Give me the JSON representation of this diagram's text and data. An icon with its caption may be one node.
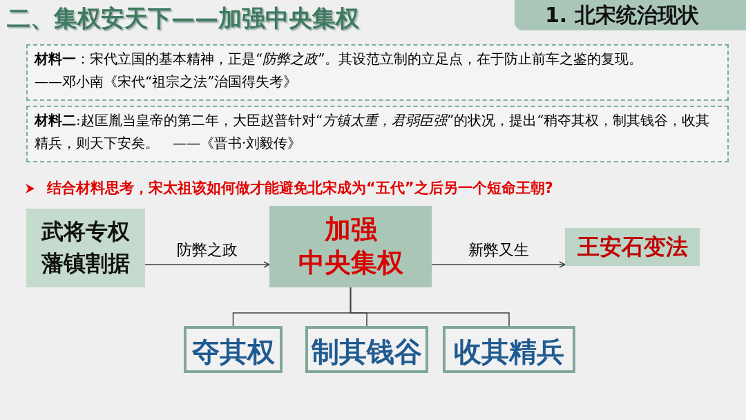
{
  "diagram": {
    "title": "二、集权安天下——加强中央集权",
    "nodes": [
      {
        "text": [
          "1. 北宋统治现状"
        ]
      },
      {
        "text": [
          "**材料一**：宋代立国的基本精神，正是“*防弊之政*”。其设范立制的立足点，在于防止前车之鉴的复现。　　　　——邓小南《宋代“祖宗之法”治国得失考》"
        ]
      },
      {
        "text": [
          "**材料二**:赵匡胤当皇帝的第二年，大臣赵普针对“*方镇太重，君弱臣强*”的状况，提出“稍夺其权，制其钱谷，收其精兵，则天下安矣。　——《晋书·刘毅传》"
        ]
      },
      {
        "text": [
          "武将专权",
          "藩镇割据"
        ]
      },
      {
        "text": [
          "加强",
          "中央集权"
        ]
      },
      {
        "text": [
          "王安石变法"
        ]
      },
      {
        "text": [
          "夺其权"
        ]
      },
      {
        "text": [
          "制其钱谷"
        ]
      },
      {
        "text": [
          "收其精兵"
        ]
      }
    ],
    "edges": [
      {
        "from": 3,
        "to": 4,
        "arrow": "to",
        "label": "防弊之政"
      },
      {
        "from": 4,
        "to": 5,
        "arrow": "to",
        "label": "新弊又生"
      },
      {
        "from": 4,
        "to": 6,
        "arrow": "none"
      },
      {
        "from": 4,
        "to": 7,
        "arrow": "none"
      },
      {
        "from": 4,
        "to": 8,
        "arrow": "none"
      }
    ],
    "labels": [
      "结合材料思考，宋太祖该如何做才能避免北宋成为“五代”之后另一个短命王朝?"
    ]
  }
}
